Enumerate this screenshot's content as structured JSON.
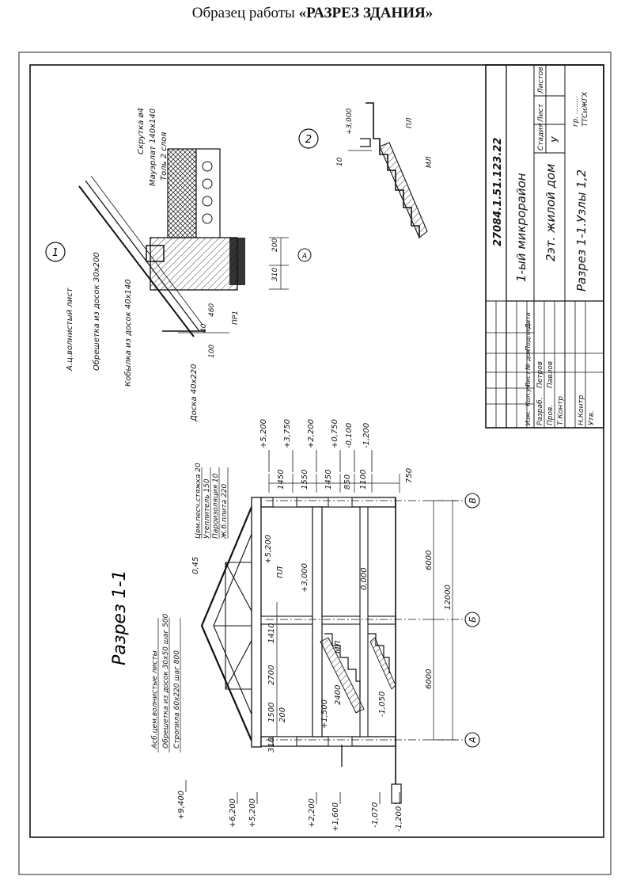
{
  "header": {
    "prefix": "Образец работы ",
    "title": "«РАЗРЕЗ ЗДАНИЯ»"
  },
  "title_block": {
    "code": "27084.1.51.123.22",
    "project": "1-ый микрорайон",
    "object": "2эт. жилой дом",
    "sheet_title": "Разрез 1-1.Узлы 1,2",
    "col_headers": [
      "Изм.",
      "Кол.уч",
      "Лист",
      "№ док",
      "Подпись",
      "Дата"
    ],
    "roles": [
      "Разраб.",
      "Пров.",
      "Т.Контр",
      "",
      "Н.Контр",
      "Утв."
    ],
    "names": [
      "Петров",
      "Павлов"
    ],
    "stage_headers": [
      "Стадия",
      "Лист",
      "Листов"
    ],
    "stage_value": "У",
    "group": "гр. ........",
    "school": "ТТСиЖГХ"
  },
  "section": {
    "title": "Разрез 1-1",
    "axes": [
      "А",
      "Б",
      "В"
    ],
    "levels_left": [
      "+9,400",
      "+6,200",
      "+5,200",
      "+2,200",
      "+1,600",
      "-1,070",
      "-1,200"
    ],
    "levels_top": [
      "+5,200",
      "+3,750",
      "+2,200",
      "+0,750",
      "-0,100",
      "-1,200"
    ],
    "dims_total": "12000",
    "dims_spans": [
      "6000",
      "6000"
    ],
    "dims_vertical": [
      "1450",
      "1550",
      "1450",
      "850",
      "1100",
      "750"
    ],
    "dims_bottom": [
      "310",
      "1500",
      "200",
      "2700",
      "1410",
      "2400"
    ],
    "roof_layers": [
      "Асб.цем.волнистые листы",
      "Обрешетка из досок 30х50 шаг 500",
      "Стропила 60х220 шаг 800"
    ],
    "floor_layers": [
      "Цем.песч.стяжка 20",
      "Утеплитель 150",
      "Пароизоляция 10",
      "Ж.б.плита 220"
    ],
    "inner_levels": [
      "+5,200",
      "+3,000",
      "0,000",
      "+1,500",
      "-1,050",
      "0,45"
    ],
    "labels": [
      "ПЛ",
      "МЛ"
    ]
  },
  "node1": {
    "number": "1",
    "labels": [
      "Скрутка ø4",
      "Мауэрлат 140х140",
      "Толь 2 слоя",
      "А.ц.волнистый лист",
      "Обрешетка из досок 30х200",
      "Кобылка из досок 40х140",
      "Доска 40х220"
    ],
    "dims": [
      "200",
      "310",
      "100",
      "40",
      "460"
    ],
    "marks": [
      "А",
      "ПР1"
    ]
  },
  "node2": {
    "number": "2",
    "level": "+3,000",
    "labels": [
      "ПЛ",
      "МЛ"
    ],
    "dim": "10"
  }
}
